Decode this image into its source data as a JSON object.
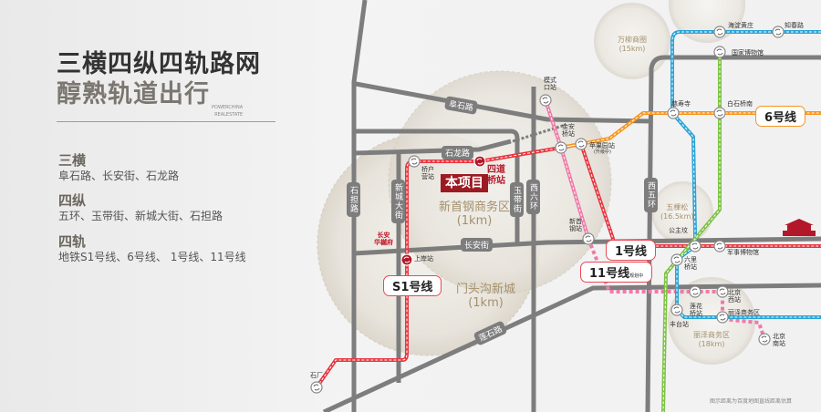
{
  "header": {
    "title": "三横四纵四轨路网",
    "subtitle": "醇熟轨道出行",
    "brand_line1": "POWERCHINA",
    "brand_line2": "REALESTATE"
  },
  "sections": [
    {
      "heading": "三横",
      "body": "阜石路、长安街、石龙路"
    },
    {
      "heading": "四纵",
      "body": "五环、玉带街、新城大街、石担路"
    },
    {
      "heading": "四轨",
      "body": "地铁S1号线、6号线、 1号线、11号线"
    }
  ],
  "roads": {
    "fushi": "阜石路",
    "shilong": "石龙路",
    "changan": "长安街",
    "lianshi": "莲石路",
    "shidan": "石担路",
    "xincheng": "新城大街",
    "yudai": "玉带街",
    "xiliu": "西六环",
    "xiwu": "西五环"
  },
  "project": {
    "label": "本项目",
    "station": "四道\n桥站",
    "nearby": "长安\n华樾府"
  },
  "zones": [
    {
      "name": "新首钢商务区",
      "dist": "(1km)"
    },
    {
      "name": "门头沟新城",
      "dist": "(1km)"
    },
    {
      "name": "万柳商圈",
      "dist": "(15km)"
    },
    {
      "name": "五棵松",
      "dist": "(16.5km)"
    },
    {
      "name": "丽泽商务区",
      "dist": "(18km)"
    }
  ],
  "stations": {
    "qiaohuying": "桥户\n营站",
    "shangan": "上岸站",
    "shichang": "石厂",
    "moshikou": "模式\n口站",
    "jinanqiao": "金安\n桥站",
    "pingguoyuan": "苹果园站",
    "pingguoyuan_note": "(升级中)",
    "xinshougang": "新首\n钢站",
    "haidianhuangzhuang": "海淀黄庄",
    "zhichunlu": "知春路",
    "guojiabowuguan": "国家博物馆",
    "cishousi": "慈寿寺",
    "baishiqiaonan": "白石桥南",
    "gongzhufen": "公主坟",
    "junshibowuguan": "军事博物馆",
    "liuliqiao": "六里\n桥站",
    "beijingxi": "北京\n西站",
    "lianhuaqiao": "莲花\n桥站",
    "lize": "丽泽商务区",
    "fengtai": "丰台站",
    "beijingnan": "北京\n南站"
  },
  "lines": {
    "s1": "S1号线",
    "l6": "6号线",
    "l1": "1号线",
    "l11": "11号线",
    "l11_note": "规划中"
  },
  "colors": {
    "s1": "#e8343f",
    "l1": "#e8343f",
    "l6": "#f7941d",
    "l11": "#f07aa8",
    "blue": "#2aa3d6",
    "green": "#7dc242",
    "road": "#7d7d7d"
  },
  "footnote": "图示距离为百度地图直线距离估算"
}
